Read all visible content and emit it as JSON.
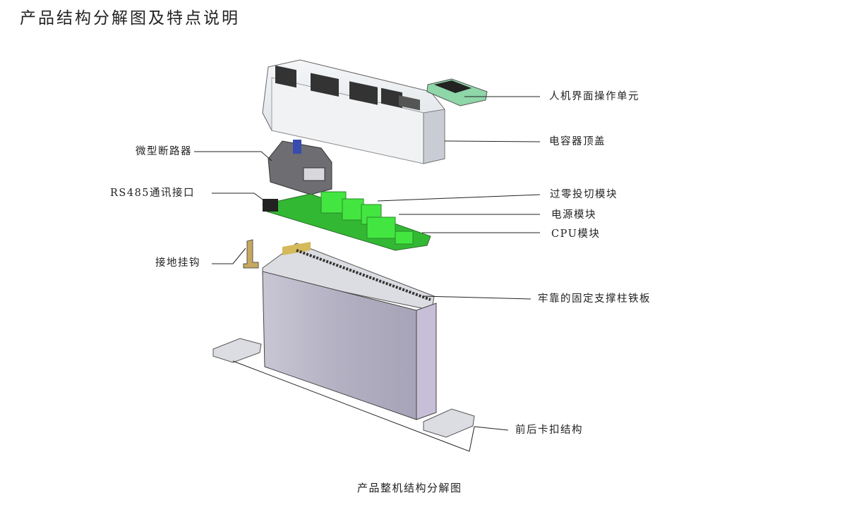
{
  "title": "产品结构分解图及特点说明",
  "caption": "产品整机结构分解图",
  "labels": {
    "hmi": "人机界面操作单元",
    "cover": "电容器顶盖",
    "breaker": "微型断路器",
    "rs485": "RS485通讯接口",
    "zero_switch": "过零投切模块",
    "power": "电源模块",
    "cpu": "CPU模块",
    "ground_hook": "接地挂钩",
    "support_plate": "牢靠的固定支撑柱铁板",
    "clip": "前后卡扣结构"
  },
  "colors": {
    "pcb": "#3cc43c",
    "module": "#3ee03a",
    "box": "#b9b6c6",
    "cover": "#eceff3"
  }
}
